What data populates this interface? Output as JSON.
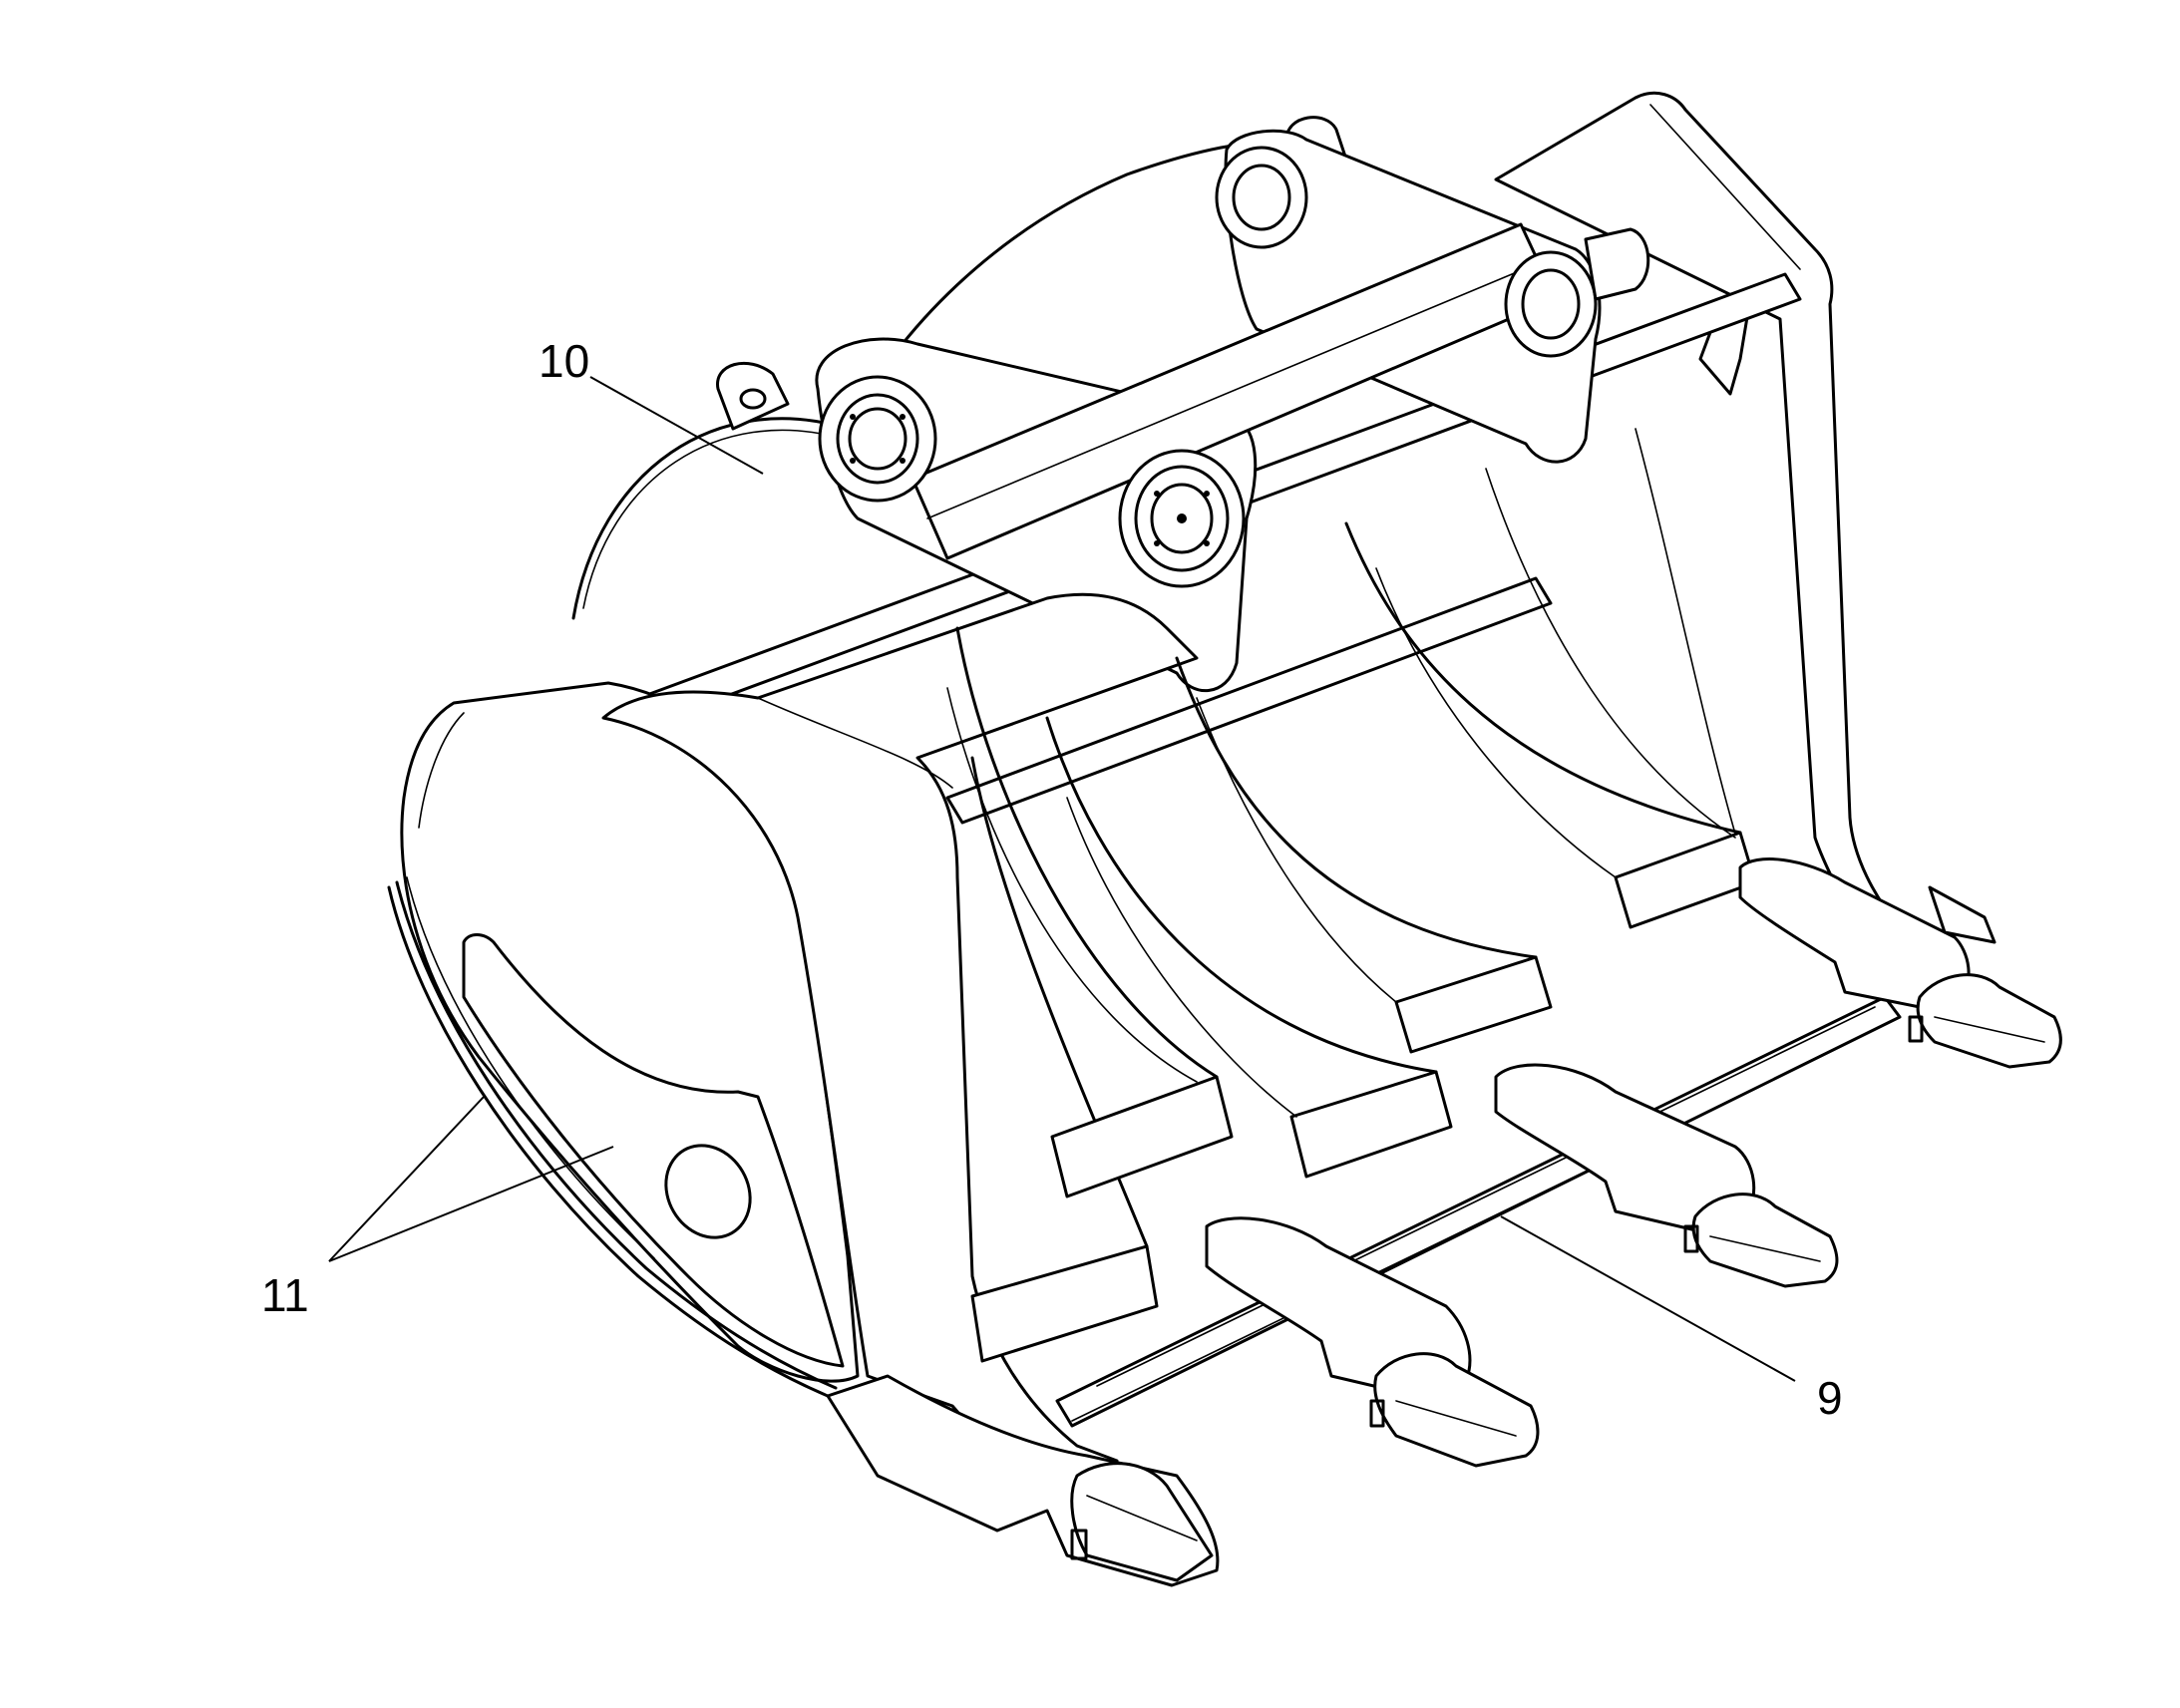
{
  "callouts": {
    "part_9": "9",
    "part_10": "10",
    "part_11": "11"
  },
  "colors": {
    "line": "#000000",
    "background": "#ffffff"
  }
}
